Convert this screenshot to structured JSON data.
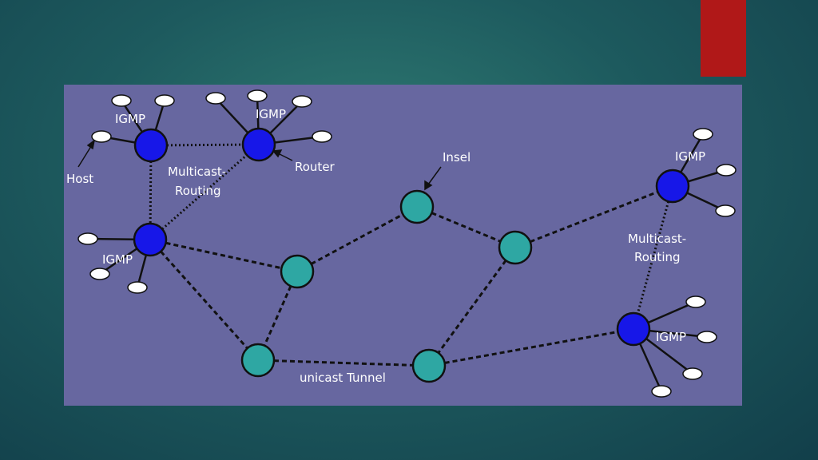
{
  "colors": {
    "accent_bar": "#b01818",
    "panel": "#6767a0",
    "router": "#1717e8",
    "island": "#2ea7a3",
    "host": "#ffffff",
    "link": "#111111",
    "text": "#ffffff"
  },
  "labels": {
    "igmp": "IGMP",
    "host": "Host",
    "router": "Router",
    "multicast_routing_line1": "Multicast-",
    "multicast_routing_line2": "Routing",
    "insel": "Insel",
    "unicast_tunnel": "unicast Tunnel"
  }
}
